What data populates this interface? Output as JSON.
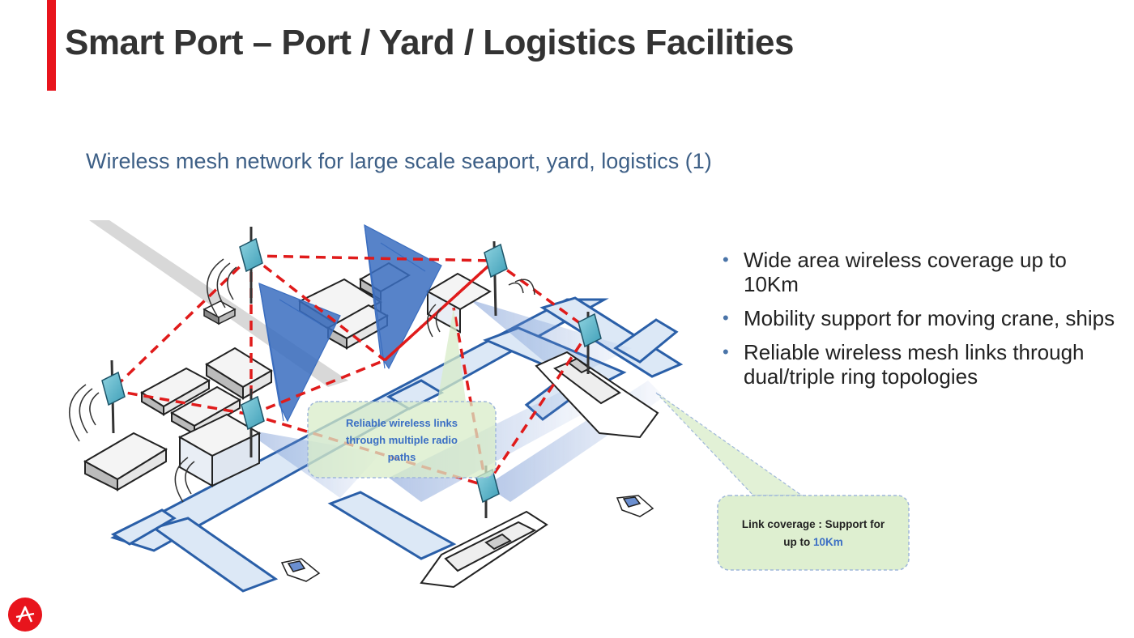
{
  "slide": {
    "title": "Smart Port – Port / Yard / Logistics Facilities",
    "subtitle": "Wireless mesh network for large scale seaport, yard, logistics (1)"
  },
  "bullets": [
    {
      "text": "Wide area wireless coverage up to 10Km"
    },
    {
      "text": "Mobility support for moving crane, ships"
    },
    {
      "text": "Reliable wireless mesh links through dual/triple ring topologies"
    }
  ],
  "callouts": {
    "reliable": {
      "line1": "Reliable wireless links",
      "line2": "through multiple radio",
      "line3": "paths"
    },
    "coverage": {
      "line1": "Link coverage : Support for",
      "line2_prefix": "up to ",
      "line2_value": "10Km"
    }
  },
  "colors": {
    "accent": "#e8141c",
    "title": "#333333",
    "subtitle": "#3d5f86",
    "pier_outline": "#2a5fa8",
    "pier_fill": "#dce8f6",
    "crane": "#3a6dbf",
    "mesh_link": "#e01b1b",
    "callout_fill": "#d8ecc8",
    "callout_border": "#9fb7da",
    "callout_text_blue": "#3b6fc4",
    "radio_node": "#58b7c9"
  },
  "icons": [
    "bullet-dot-icon",
    "brand-logo-icon",
    "radio-node-icon",
    "crane-icon",
    "ship-icon",
    "warehouse-icon",
    "truck-icon",
    "small-boat-icon"
  ]
}
